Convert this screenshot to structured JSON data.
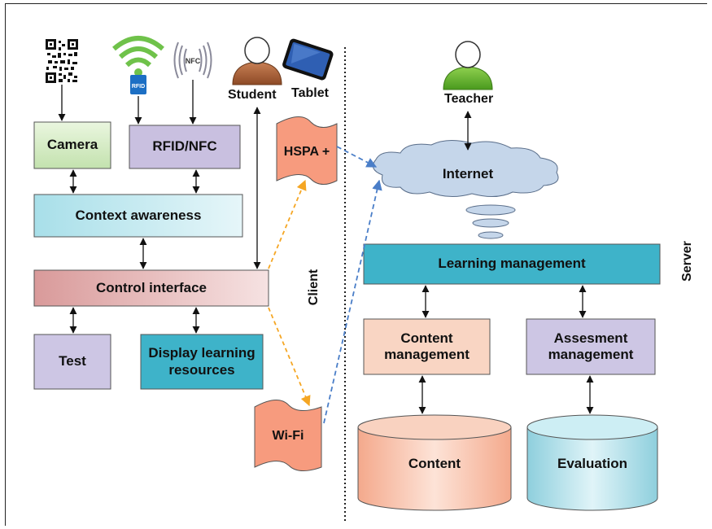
{
  "labels": {
    "student": "Student",
    "tablet": "Tablet",
    "teacher": "Teacher",
    "client": "Client",
    "server": "Server",
    "rfid_tag": "RFID",
    "nfc_tag": "NFC"
  },
  "boxes": {
    "camera": "Camera",
    "rfid_nfc": "RFID/NFC",
    "context_awareness": "Context awareness",
    "control_interface": "Control interface",
    "test": "Test",
    "display_resources": "Display learning resources",
    "hspa": "HSPA +",
    "wifi": "Wi-Fi",
    "internet": "Internet",
    "learning_management": "Learning management",
    "content_management": "Content management",
    "assessment_management": "Assesment management",
    "content": "Content",
    "evaluation": "Evaluation"
  },
  "colors": {
    "green_box": "#d7ecc8",
    "purple_box": "#c9c0e0",
    "cyan_box": "#c8ecf2",
    "pink_box": "#e9b8b8",
    "teal_box": "#3db0c8",
    "orange_box": "#f39577",
    "peach_box": "#f7c7ae",
    "cloud": "#c5d6ea",
    "arrow_orange": "#f5a623",
    "arrow_blue": "#4a7ec8"
  }
}
